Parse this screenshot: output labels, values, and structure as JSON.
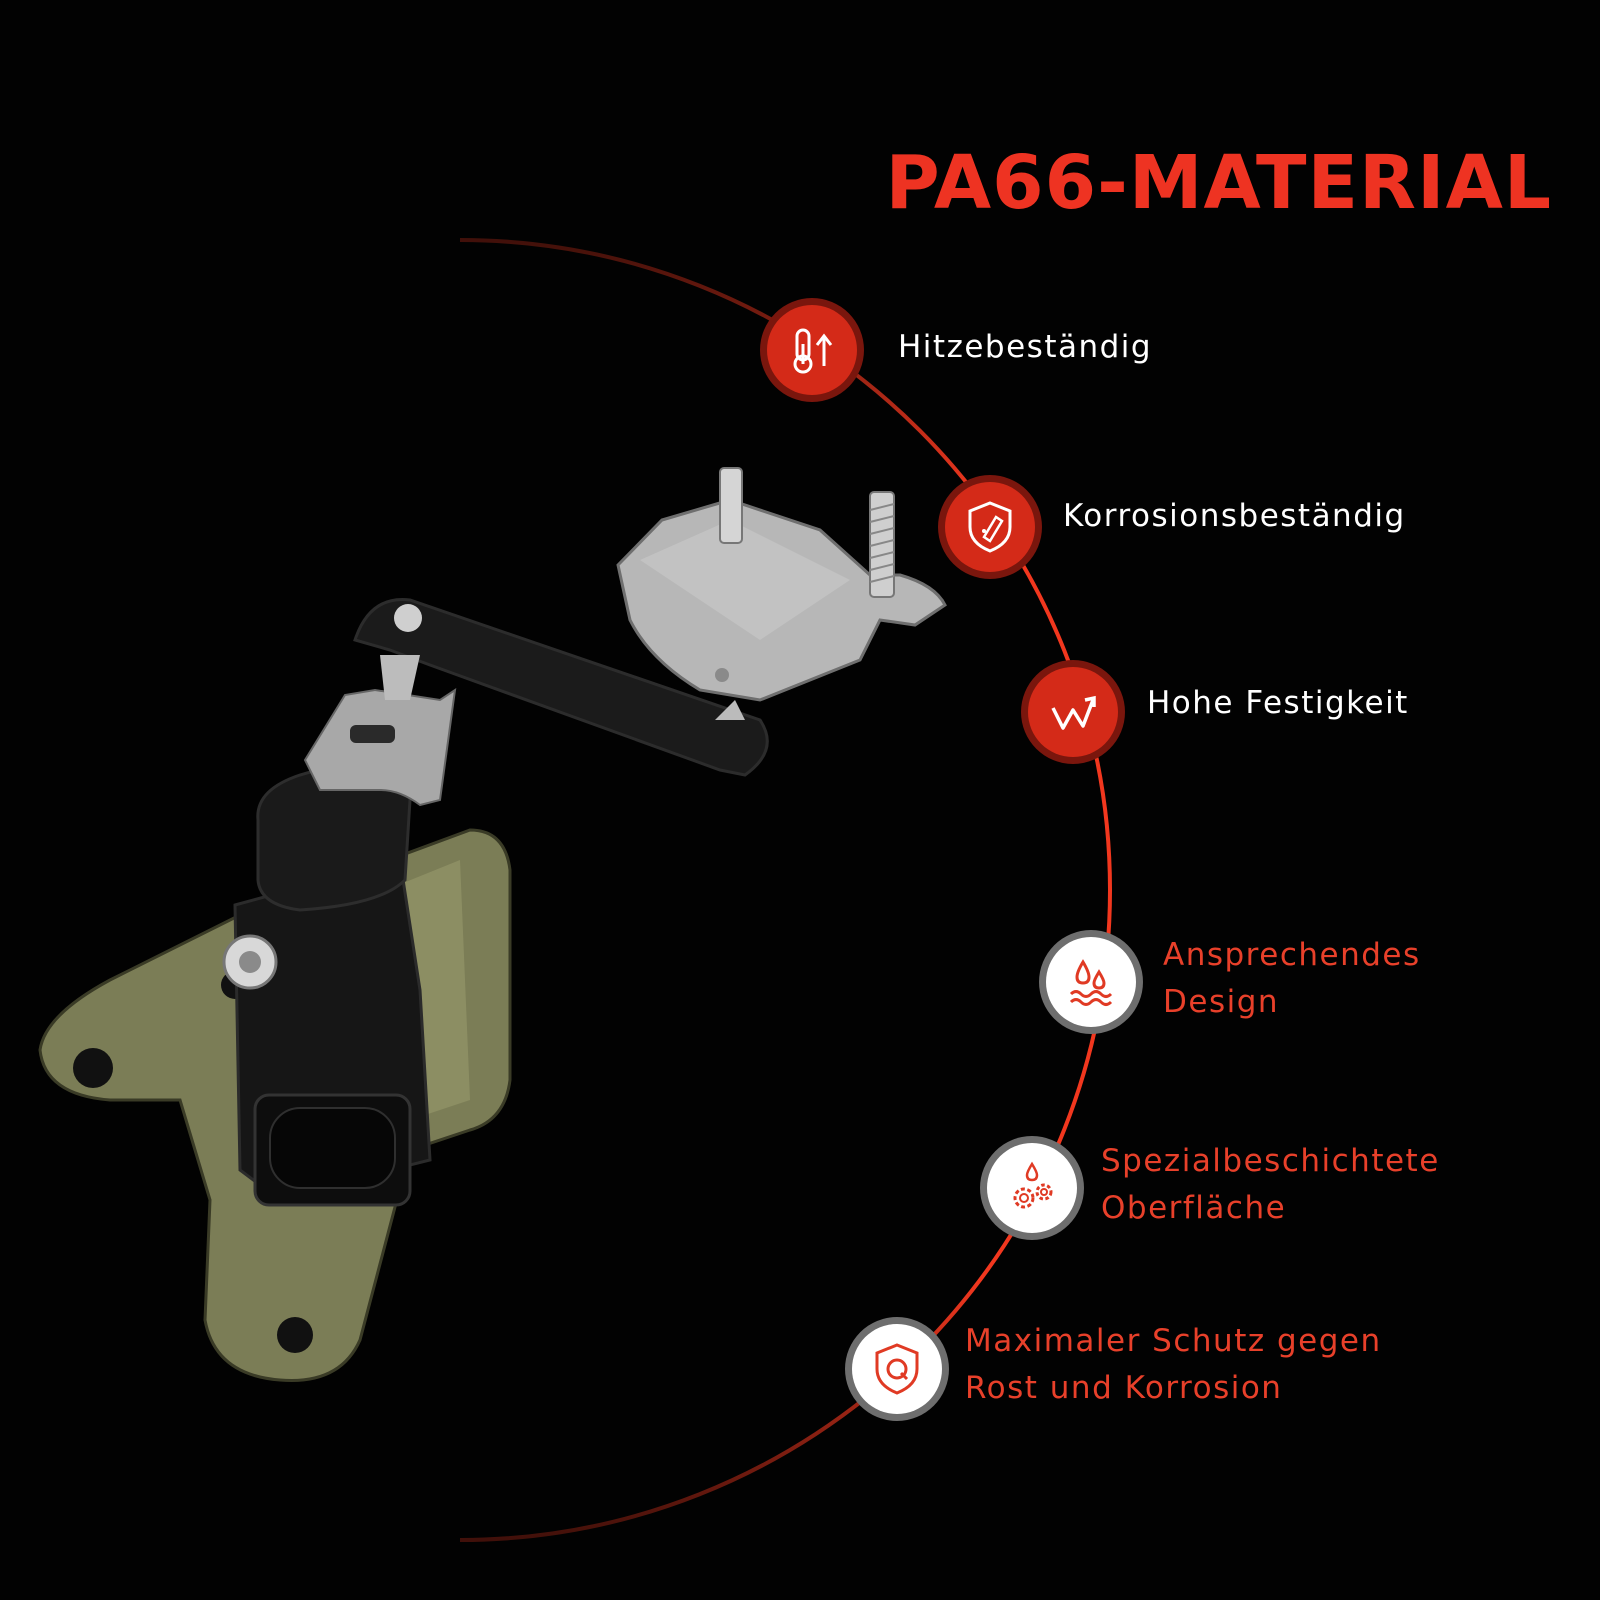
{
  "headline": "PA66-MATERIAL",
  "colors": {
    "accent": "#ee3322",
    "background": "#020202",
    "label_light": "#ffffff",
    "label_accent": "#e8402a"
  },
  "features": [
    {
      "icon": "thermometer-up-icon",
      "label": "Hitzebeständig",
      "style": "red"
    },
    {
      "icon": "shield-flask-icon",
      "label": "Korrosionsbeständig",
      "style": "red"
    },
    {
      "icon": "strength-graph-icon",
      "label": "Hohe Festigkeit",
      "style": "red"
    },
    {
      "icon": "water-drops-icon",
      "label_lines": [
        "Ansprechendes",
        "Design"
      ],
      "style": "white"
    },
    {
      "icon": "drop-gears-icon",
      "label_lines": [
        "Spezialbeschichtete",
        "Oberfläche"
      ],
      "style": "white"
    },
    {
      "icon": "shield-q-icon",
      "label_lines": [
        "Maximaler Schutz gegen",
        "Rost und Korrosion"
      ],
      "style": "white"
    }
  ],
  "product_image": "headlight-level-sensor-illustration"
}
